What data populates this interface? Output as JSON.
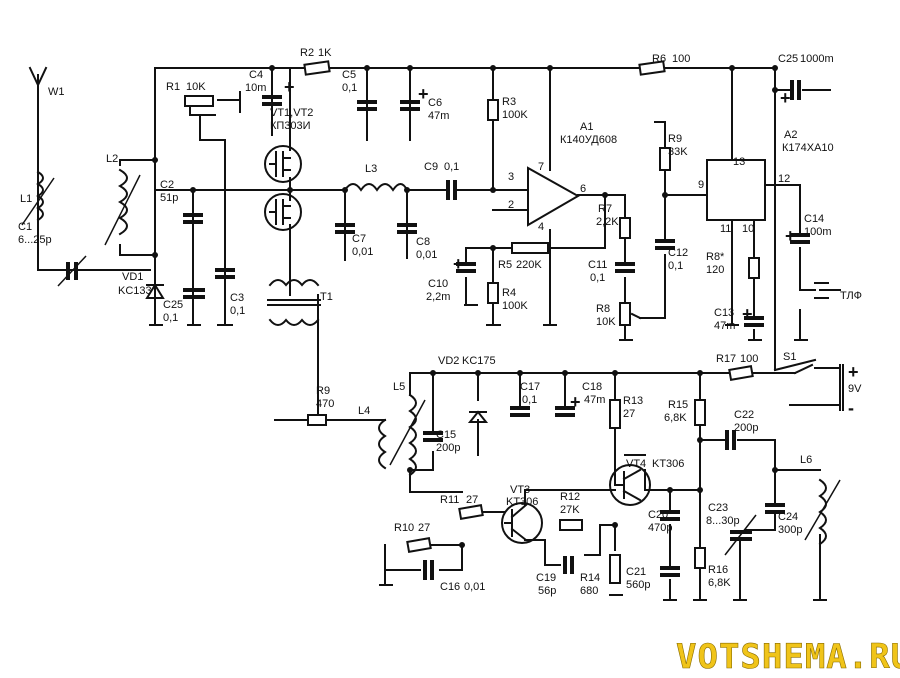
{
  "antenna": {
    "name": "W1"
  },
  "components": {
    "r1": [
      "R1",
      "10K"
    ],
    "r2": [
      "R2",
      "1K"
    ],
    "r3": [
      "R3",
      "100K"
    ],
    "r4": [
      "R4",
      "100K"
    ],
    "r5": [
      "R5",
      "220K"
    ],
    "r6": [
      "R6",
      "100"
    ],
    "r7": [
      "R7",
      "2,2K"
    ],
    "r8": [
      "R8",
      "10K"
    ],
    "r8s": [
      "R8*",
      "120"
    ],
    "r9a": [
      "R9",
      "33K"
    ],
    "r9b": [
      "R9",
      "470"
    ],
    "r10": [
      "R10",
      "27"
    ],
    "r11": [
      "R11",
      "27"
    ],
    "r12": [
      "R12",
      "27K"
    ],
    "r13": [
      "R13",
      "27"
    ],
    "r14": [
      "R14",
      "680"
    ],
    "r15": [
      "R15",
      "6,8K"
    ],
    "r16": [
      "R16",
      "6,8K"
    ],
    "r17": [
      "R17",
      "100"
    ],
    "c1": [
      "C1",
      "6...25p"
    ],
    "c2": [
      "C2",
      "51p"
    ],
    "c3": [
      "C3",
      "0,1"
    ],
    "c4": [
      "C4",
      "10m"
    ],
    "c5": [
      "C5",
      "0,1"
    ],
    "c6": [
      "C6",
      "47m"
    ],
    "c7": [
      "C7",
      "0,01"
    ],
    "c8": [
      "C8",
      "0,01"
    ],
    "c9": [
      "C9",
      "0,1"
    ],
    "c10": [
      "C10",
      "2,2m"
    ],
    "c11": [
      "C11",
      "0,1"
    ],
    "c12": [
      "C12",
      "0,1"
    ],
    "c13": [
      "C13",
      "47m"
    ],
    "c14": [
      "C14",
      "100m"
    ],
    "c15": [
      "C15",
      "200p"
    ],
    "c16": [
      "C16",
      "0,01"
    ],
    "c17": [
      "C17",
      "0,1"
    ],
    "c18": [
      "C18",
      "47m"
    ],
    "c19": [
      "C19",
      "56p"
    ],
    "c20": [
      "C20",
      "470p"
    ],
    "c21": [
      "C21",
      "560p"
    ],
    "c22": [
      "C22",
      "200p"
    ],
    "c23": [
      "C23",
      "8...30p"
    ],
    "c24": [
      "C24",
      "300p"
    ],
    "c25a": [
      "C25",
      "1000m"
    ],
    "c25b": [
      "C25",
      "0,1"
    ],
    "vd1": [
      "VD1",
      "KC133"
    ],
    "vd2": [
      "VD2",
      "KC175"
    ],
    "vt12": [
      "VT1,VT2",
      "КП303И"
    ],
    "vt3": [
      "VT3",
      "KT306"
    ],
    "vt4": [
      "VT4",
      "KT306"
    ],
    "a1": [
      "A1",
      "К140УД608"
    ],
    "a2": [
      "A2",
      "К174ХА10"
    ],
    "l1": [
      "L1",
      ""
    ],
    "l2": [
      "L2",
      ""
    ],
    "l3": [
      "L3",
      ""
    ],
    "l4": [
      "L4",
      ""
    ],
    "l5": [
      "L5",
      ""
    ],
    "l6": [
      "L6",
      ""
    ],
    "t1": [
      "T1",
      ""
    ],
    "s1": [
      "S1",
      ""
    ],
    "tlf": [
      "ТЛФ",
      ""
    ],
    "batt": [
      "9V",
      ""
    ]
  },
  "pins": {
    "a1_3": "3",
    "a1_2": "2",
    "a1_7": "7",
    "a1_6": "6",
    "a1_4": "4",
    "a2_9": "9",
    "a2_13": "13",
    "a2_12": "12",
    "a2_11": "11",
    "a2_10": "10"
  },
  "polarity": {
    "plus": "+",
    "minus": "-"
  },
  "watermark": "VOTSHEMA.RU"
}
